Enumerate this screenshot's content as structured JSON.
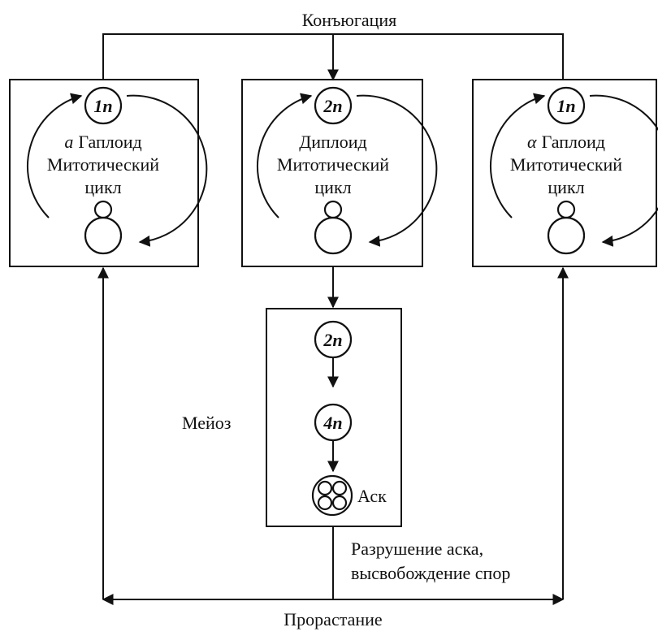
{
  "diagram": {
    "conjugation_label": "Конъюгация",
    "germination_label": "Прорастание",
    "meiosis_label": "Мейоз",
    "ascus_label": "Аск",
    "ascus_breakdown_line1": "Разрушение аска,",
    "ascus_breakdown_line2": "высвобождение спор",
    "left_cell": {
      "ploidy": "1n",
      "type_letter": "a",
      "type_word": "Гаплоид",
      "cycle_line1": "Митотический",
      "cycle_line2": "цикл"
    },
    "center_cell": {
      "ploidy": "2n",
      "type_word": "Диплоид",
      "cycle_line1": "Митотический",
      "cycle_line2": "цикл"
    },
    "right_cell": {
      "ploidy": "1n",
      "type_letter": "α",
      "type_word": "Гаплоид",
      "cycle_line1": "Митотический",
      "cycle_line2": "цикл"
    },
    "meiosis_stages": [
      "2n",
      "4n"
    ]
  }
}
